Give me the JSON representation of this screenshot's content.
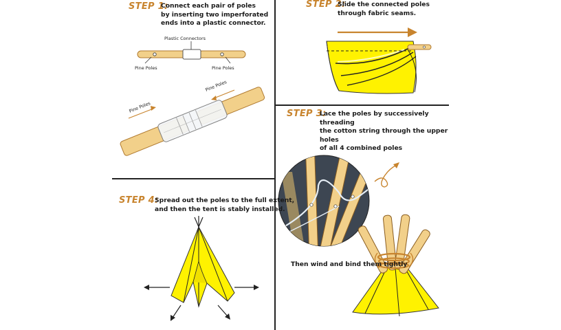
{
  "steps": [
    {
      "heading": "STEP 1:",
      "text_lines": [
        "Connect each pair of poles",
        "by inserting two imperforated",
        "ends into a plastic connector."
      ],
      "labels": {
        "connectors": "Plastic Connectors",
        "pole_left": "Pine Poles",
        "pole_right": "Pine Poles",
        "closeup_upper": "Pine Poles",
        "closeup_lower": "Pine Poles"
      }
    },
    {
      "heading": "STEP 2:",
      "text_lines": [
        "Slide the connected poles",
        "through fabric seams."
      ]
    },
    {
      "heading": "STEP 3:",
      "text_lines": [
        "Lace the poles by successively threading",
        "the cotton string through the upper holes",
        "of all 4 combined poles"
      ],
      "caption": "Then wind and bind them tightly"
    },
    {
      "heading": "STEP 4:",
      "text_lines": [
        "Spread out the poles to the full extent,",
        "and then the tent is stably installed."
      ]
    }
  ],
  "colors": {
    "heading": "#c8842e",
    "fabric": "#fff200",
    "wood": "#f2d08a",
    "wood_stroke": "#b07a30",
    "arrow": "#c8842e",
    "circle_bg": "#3d4652"
  }
}
